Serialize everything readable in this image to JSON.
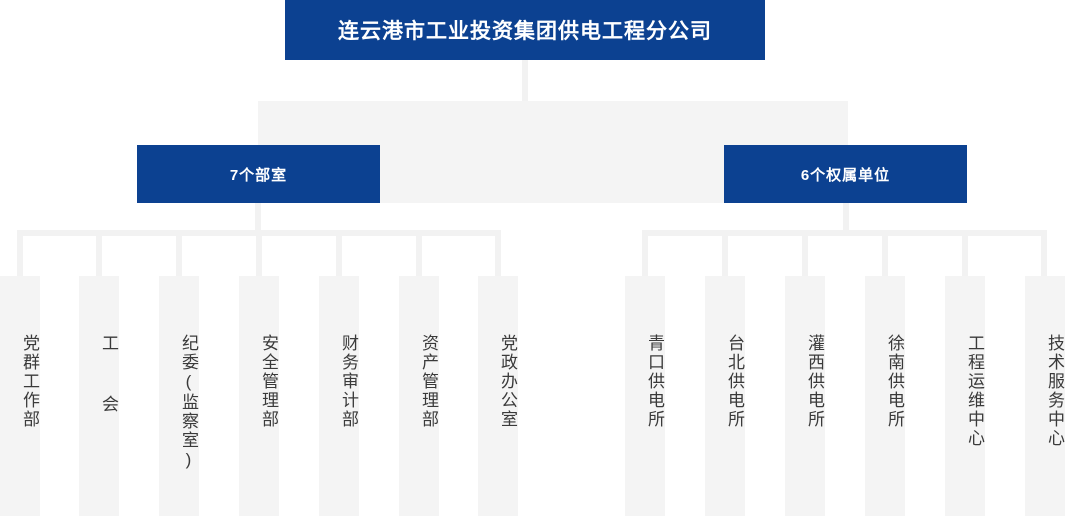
{
  "chart": {
    "type": "org-chart",
    "title": "连云港市工业投资集团供电工程分公司",
    "colors": {
      "box_blue": "#0c4191",
      "box_blue_text": "#ffffff",
      "leaf_fill": "#f4f4f4",
      "leaf_text": "#3a3a3a",
      "connector": "#f2f2f2",
      "background": "#ffffff"
    },
    "root": {
      "label": "连云港市工业投资集团供电工程分公司"
    },
    "groups": [
      {
        "id": "departments",
        "label": "7个部室",
        "count": 7,
        "children": [
          {
            "label": "党群工作部"
          },
          {
            "label": "工  会"
          },
          {
            "label": "纪委(监察室)"
          },
          {
            "label": "安全管理部"
          },
          {
            "label": "财务审计部"
          },
          {
            "label": "资产管理部"
          },
          {
            "label": "党政办公室"
          }
        ]
      },
      {
        "id": "subsidiaries",
        "label": "6个权属单位",
        "count": 6,
        "children": [
          {
            "label": "青口供电所"
          },
          {
            "label": "台北供电所"
          },
          {
            "label": "灌西供电所"
          },
          {
            "label": "徐南供电所"
          },
          {
            "label": "工程运维中心"
          },
          {
            "label": "技术服务中心"
          }
        ]
      }
    ]
  }
}
